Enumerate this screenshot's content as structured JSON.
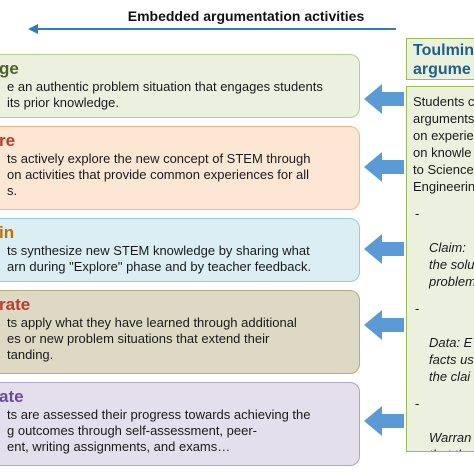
{
  "header": {
    "title": "Embedded argumentation activities"
  },
  "phases": [
    {
      "title": "ge",
      "desc": "e an authentic problem situation that engages students\nits prior knowledge."
    },
    {
      "title": "re",
      "desc": "ts actively explore the new concept of STEM through\non activities that provide common experiences for all\ns."
    },
    {
      "title": "in",
      "desc": "ts synthesize new STEM knowledge by sharing what\narn during \"Explore\" phase and by teacher feedback."
    },
    {
      "title": "rate",
      "desc": "ts apply what they have learned through additional\nes or new problem situations that extend their\ntanding."
    },
    {
      "title": "ate",
      "desc": "ts are assessed their progress towards achieving the\ng outcomes through self-assessment, peer-\nent, writing assignments, and exams…"
    }
  ],
  "toulmin": {
    "title": "Toulmin\nargume",
    "intro": "Students c\narguments\non experie\non knowle\nto Science\nEngineerin",
    "items": [
      {
        "dash": "-",
        "text": "Claim:\nthe solu\nproblem"
      },
      {
        "dash": "-",
        "text": "Data: E\nfacts us\nthe clai"
      },
      {
        "dash": "-",
        "text": "Warran\nthat the\nsuppor"
      }
    ]
  },
  "colors": {
    "accent_blue": "#2e7dbf",
    "arrow_fill": "#5b9bd5",
    "engage_bg": "#ebf1de",
    "explore_bg": "#fce6d4",
    "explain_bg": "#daeef3",
    "elaborate_bg": "#ddd9c4",
    "evaluate_bg": "#e4dfec"
  }
}
